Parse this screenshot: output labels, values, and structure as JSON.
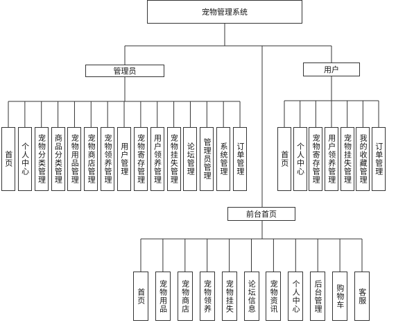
{
  "root": {
    "label": "宠物管理系统"
  },
  "admin": {
    "label": "管理员",
    "children": [
      "首页",
      "个人中心",
      "宠物分类管理",
      "商品分类管理",
      "宠物用品管理",
      "宠物商店管理",
      "宠物领养管理",
      "用户管理",
      "宠物寄存管理",
      "用户领养管理",
      "宠物挂失管理",
      "论坛管理",
      "管理员管理",
      "系统管理",
      "订单管理"
    ]
  },
  "user": {
    "label": "用户",
    "children": [
      "首页",
      "个人中心",
      "宠物寄存管理",
      "用户领养管理",
      "宠物挂失管理",
      "我的收藏管理",
      "订单管理"
    ]
  },
  "front": {
    "label": "前台首页",
    "children": [
      "首页",
      "宠物用品",
      "宠物商店",
      "宠物领养",
      "宠物挂失",
      "论坛信息",
      "宠物资讯",
      "个人中心",
      "后台管理",
      "购物车",
      "客服"
    ]
  }
}
